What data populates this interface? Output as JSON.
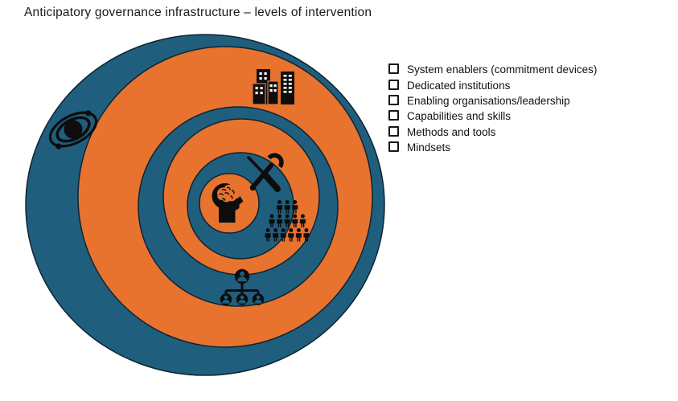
{
  "title": "Anticipatory governance infrastructure – levels of intervention",
  "colors": {
    "blue": "#205E7D",
    "orange": "#E7732F",
    "outline": "#0E2433",
    "icon": "#0D0D0D",
    "window": "#FFFFFF",
    "text": "#1A1A1A"
  },
  "rings": [
    {
      "level": 1,
      "label": "System enablers (commitment devices)",
      "color": "#205E7D",
      "icon": "planet-icon"
    },
    {
      "level": 2,
      "label": "Dedicated institutions",
      "color": "#E7732F",
      "icon": "buildings-icon"
    },
    {
      "level": 3,
      "label": "Enabling organisations/leadership",
      "color": "#205E7D",
      "icon": "org-chart-icon"
    },
    {
      "level": 4,
      "label": "Capabilities and skills",
      "color": "#E7732F",
      "icon": "crowd-icon"
    },
    {
      "level": 5,
      "label": "Methods and tools",
      "color": "#205E7D",
      "icon": "tools-icon"
    },
    {
      "level": 6,
      "label": "Mindsets",
      "color": "#E7732F",
      "icon": "head-brain-icon"
    }
  ]
}
